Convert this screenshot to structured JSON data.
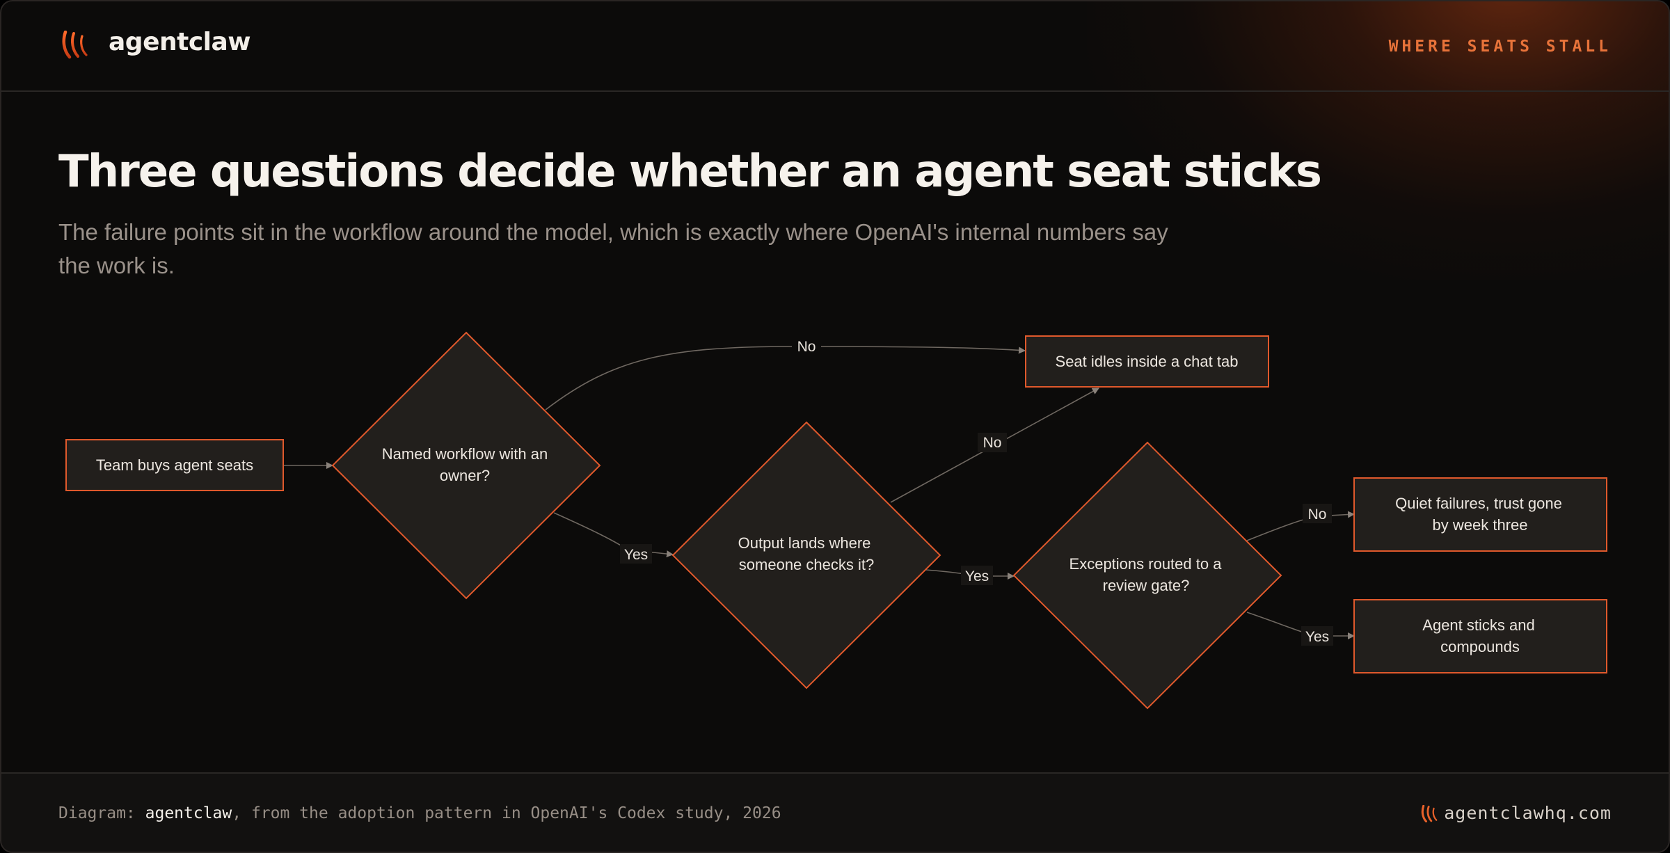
{
  "header": {
    "brand": "agentclaw",
    "logo_icon": "claw-mark-icon",
    "tagline": "WHERE SEATS STALL"
  },
  "headline": {
    "title": "Three questions decide whether an agent seat sticks",
    "subtitle": "The failure points sit in the workflow around the model, which is exactly where OpenAI's internal numbers say the work is."
  },
  "diagram": {
    "nodes": {
      "start": "Team buys agent seats",
      "q1": [
        "Named workflow with an",
        "owner?"
      ],
      "q2": [
        "Output lands where",
        "someone checks it?"
      ],
      "q3": [
        "Exceptions routed to a",
        "review gate?"
      ],
      "end_idle": "Seat idles inside a chat tab",
      "end_fail": [
        "Quiet failures, trust gone",
        "by week three"
      ],
      "end_success": [
        "Agent sticks and",
        "compounds"
      ]
    },
    "edge_labels": {
      "q1_no": "No",
      "q1_yes": "Yes",
      "q2_no": "No",
      "q2_yes": "Yes",
      "q3_no": "No",
      "q3_yes": "Yes"
    }
  },
  "footer": {
    "credit_prefix": "Diagram: ",
    "credit_brand": "agentclaw",
    "credit_suffix": ", from the adoption pattern in OpenAI's Codex study, 2026",
    "site": "agentclawhq.com"
  },
  "colors": {
    "accent": "#e8733a",
    "node_border": "#e0592c",
    "node_fill": "#221f1c",
    "background": "#0c0b0a"
  }
}
